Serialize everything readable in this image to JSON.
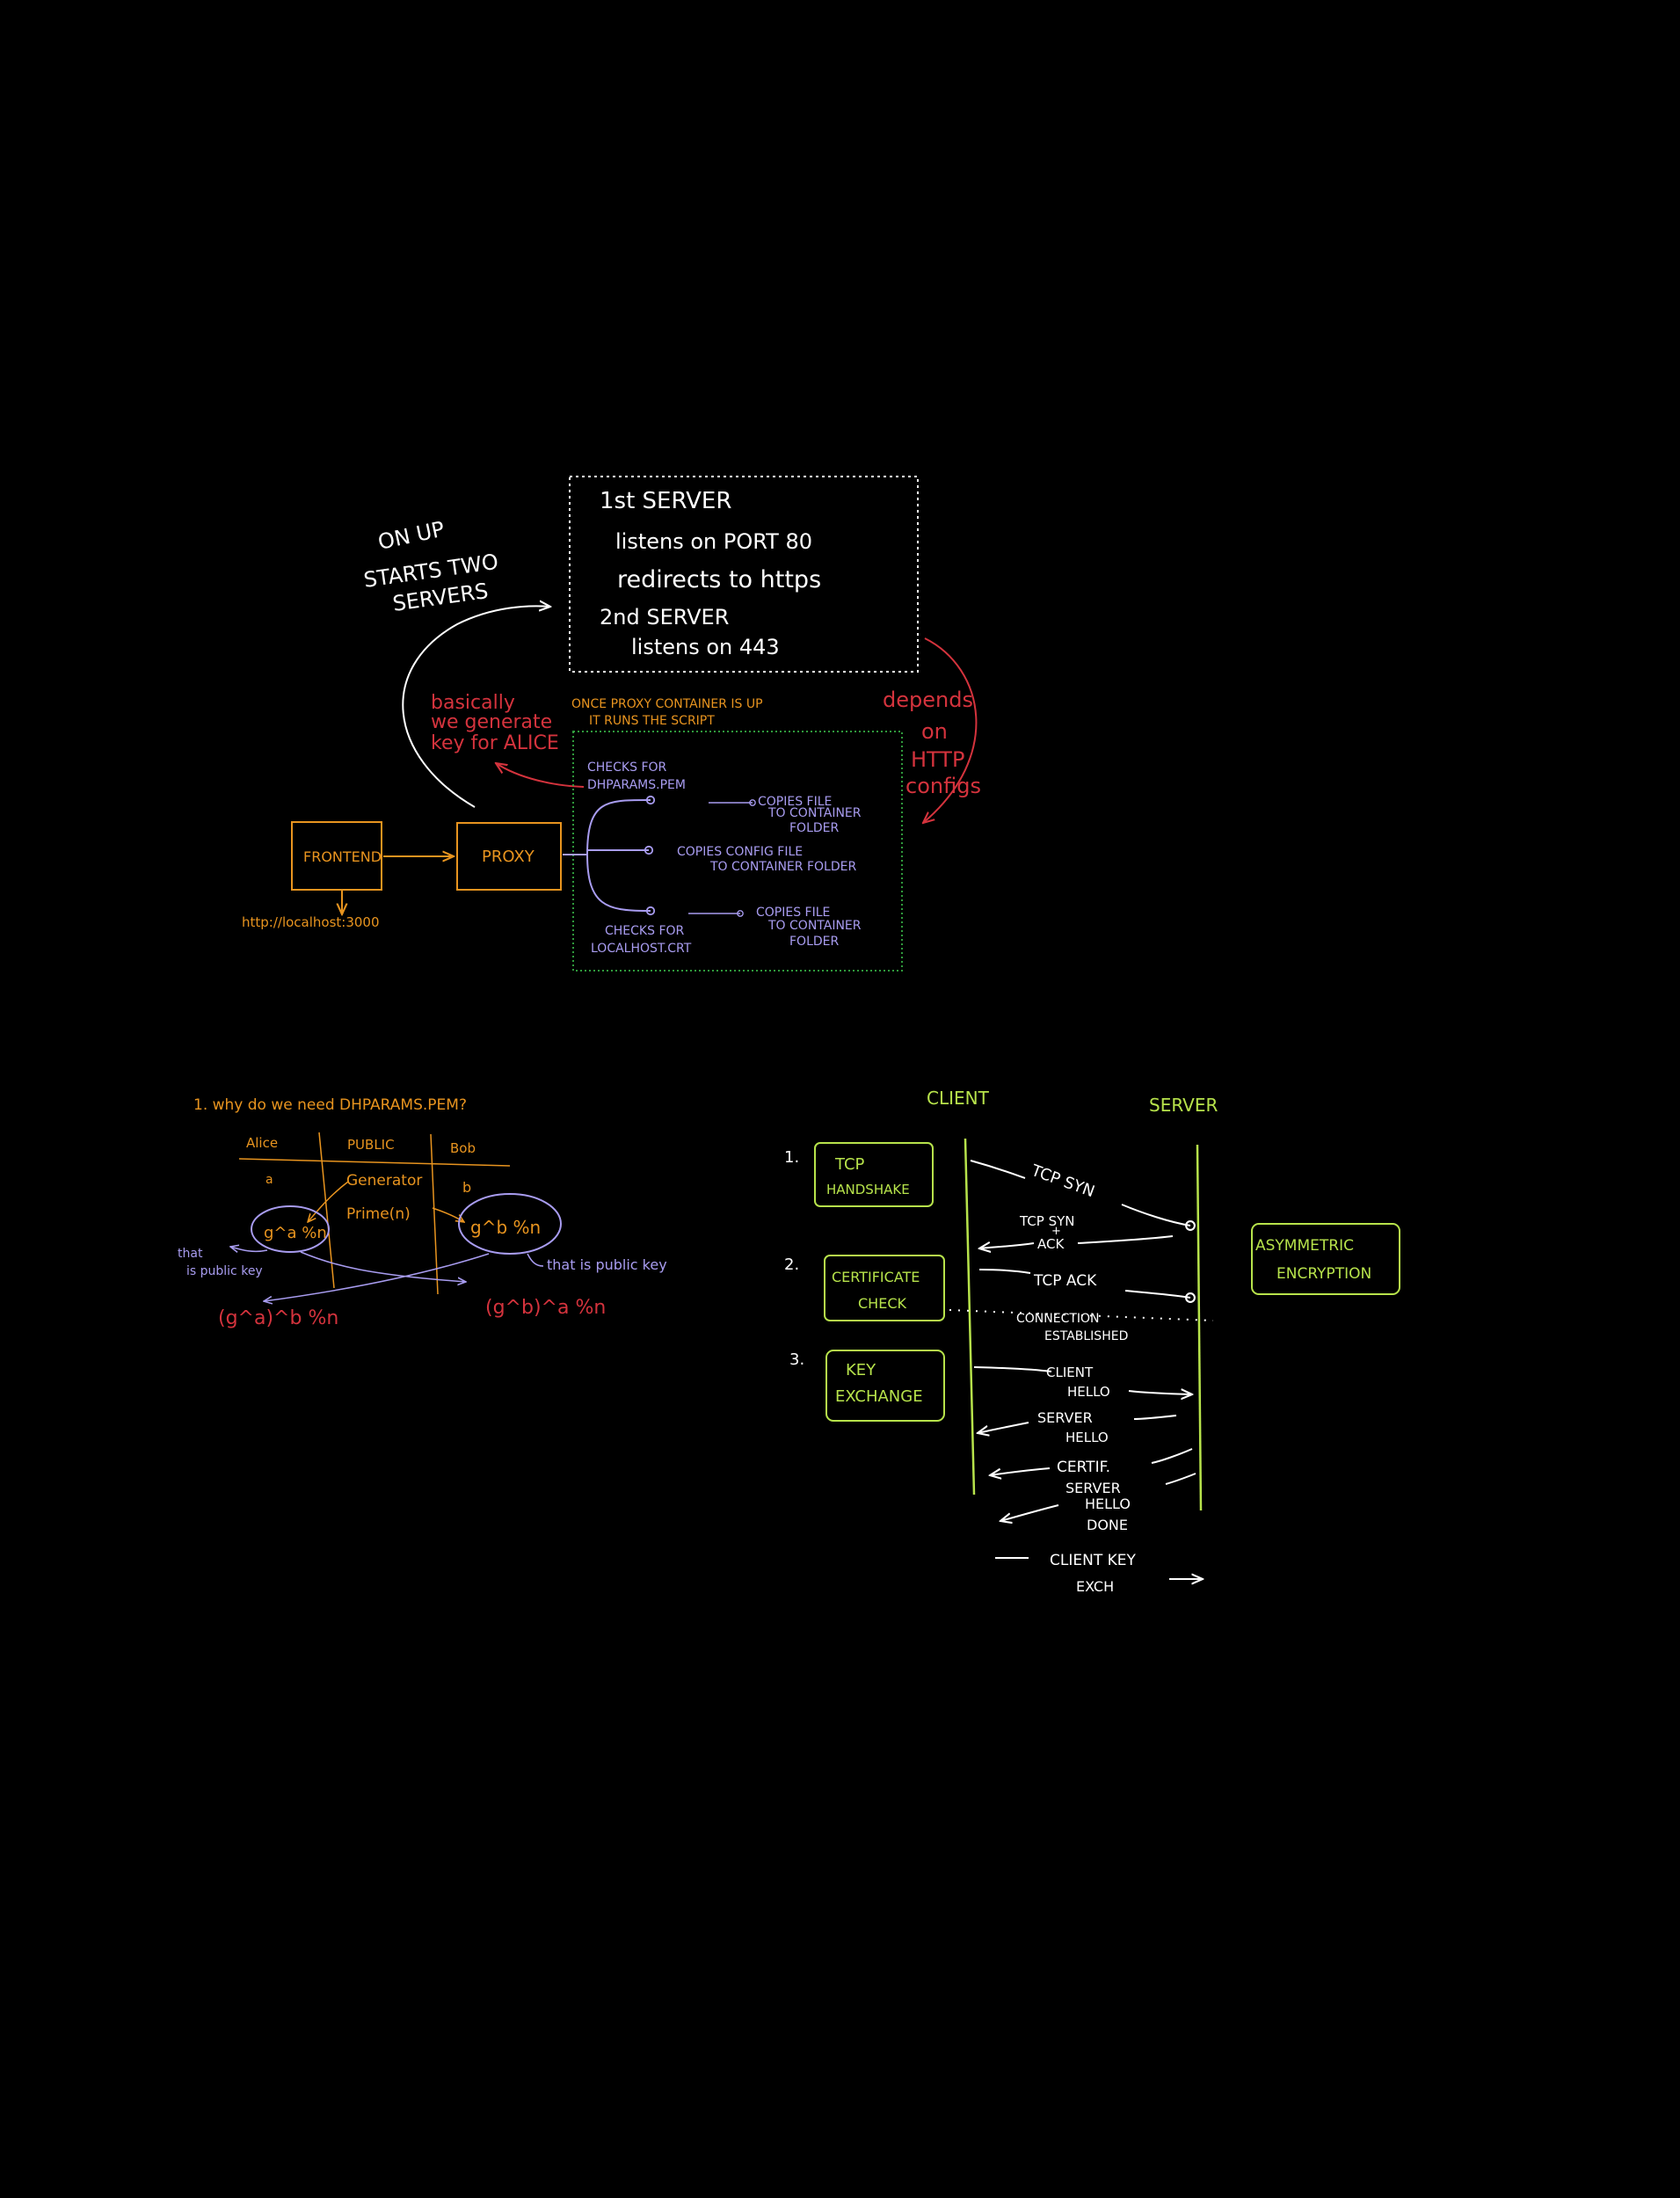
{
  "colors": {
    "white": "#ffffff",
    "orange": "#e8941f",
    "red": "#d4333d",
    "purple": "#a89cf0",
    "green_dotted": "#2f9a3c",
    "lime": "#b7e34b"
  },
  "top": {
    "left_note": [
      "ON UP",
      "STARTS TWO",
      "SERVERS"
    ],
    "servers_box": {
      "line1": "1st SERVER",
      "line2": "listens on PORT 80",
      "line3": "redirects to https",
      "line4": "2nd SERVER",
      "line5": "listens on 443"
    },
    "basically": [
      "basically",
      "we generate",
      "key for ALICE"
    ],
    "once_proxy": [
      "ONCE PROXY CONTAINER IS UP",
      "IT RUNS THE SCRIPT"
    ],
    "depends": [
      "depends",
      "on",
      "HTTP",
      "configs"
    ],
    "frontend": "FRONTEND",
    "proxy": "PROXY",
    "url": "http://localhost:3000",
    "script": {
      "checks1": [
        "CHECKS FOR",
        "DHPARAMS.PEM"
      ],
      "copies1": [
        "COPIES FILE",
        "TO CONTAINER",
        "FOLDER"
      ],
      "copies_config": [
        "COPIES   CONFIG FILE",
        "TO CONTAINER FOLDER"
      ],
      "copies2": [
        "COPIES FILE",
        "TO CONTAINER",
        "FOLDER"
      ],
      "checks2": [
        "CHECKS FOR",
        "LOCALHOST.CRT"
      ]
    }
  },
  "dh": {
    "question": "1. why do we need DHPARAMS.PEM?",
    "headers": [
      "Alice",
      "PUBLIC",
      "Bob"
    ],
    "alice_a": "a",
    "generator": "Generator",
    "prime": "Prime(n)",
    "bob_b": "b",
    "alice_expr": "g^a %n",
    "bob_expr": "g^b %n",
    "that_is_public": [
      "that",
      "is public key"
    ],
    "that_is_public_right": "that is public key",
    "alice_result": "(g^a)^b %n",
    "bob_result": "(g^b)^a %n"
  },
  "tls": {
    "client": "CLIENT",
    "server": "SERVER",
    "steps": [
      {
        "num": "1.",
        "label": [
          "TCP",
          "HANDSHAKE"
        ]
      },
      {
        "num": "2.",
        "label": [
          "CERTIFICATE",
          "CHECK"
        ]
      },
      {
        "num": "3.",
        "label": [
          "KEY",
          "EXCHANGE"
        ]
      }
    ],
    "messages": {
      "tcp_syn": "TCP SYN",
      "tcp_syn_ack": [
        "TCP SYN",
        "+",
        "ACK"
      ],
      "tcp_ack": "TCP ACK",
      "connection": [
        "CONNECTION",
        "ESTABLISHED"
      ],
      "client_hello": [
        "CLIENT",
        "HELLO"
      ],
      "server_hello": [
        "SERVER",
        "HELLO"
      ],
      "certif": "CERTIF.",
      "server_hello_done": [
        "SERVER",
        "HELLO",
        "DONE"
      ],
      "client_key": [
        "CLIENT KEY",
        "EXCH"
      ]
    },
    "asymmetric": [
      "ASYMMETRIC",
      "ENCRYPTION"
    ]
  }
}
